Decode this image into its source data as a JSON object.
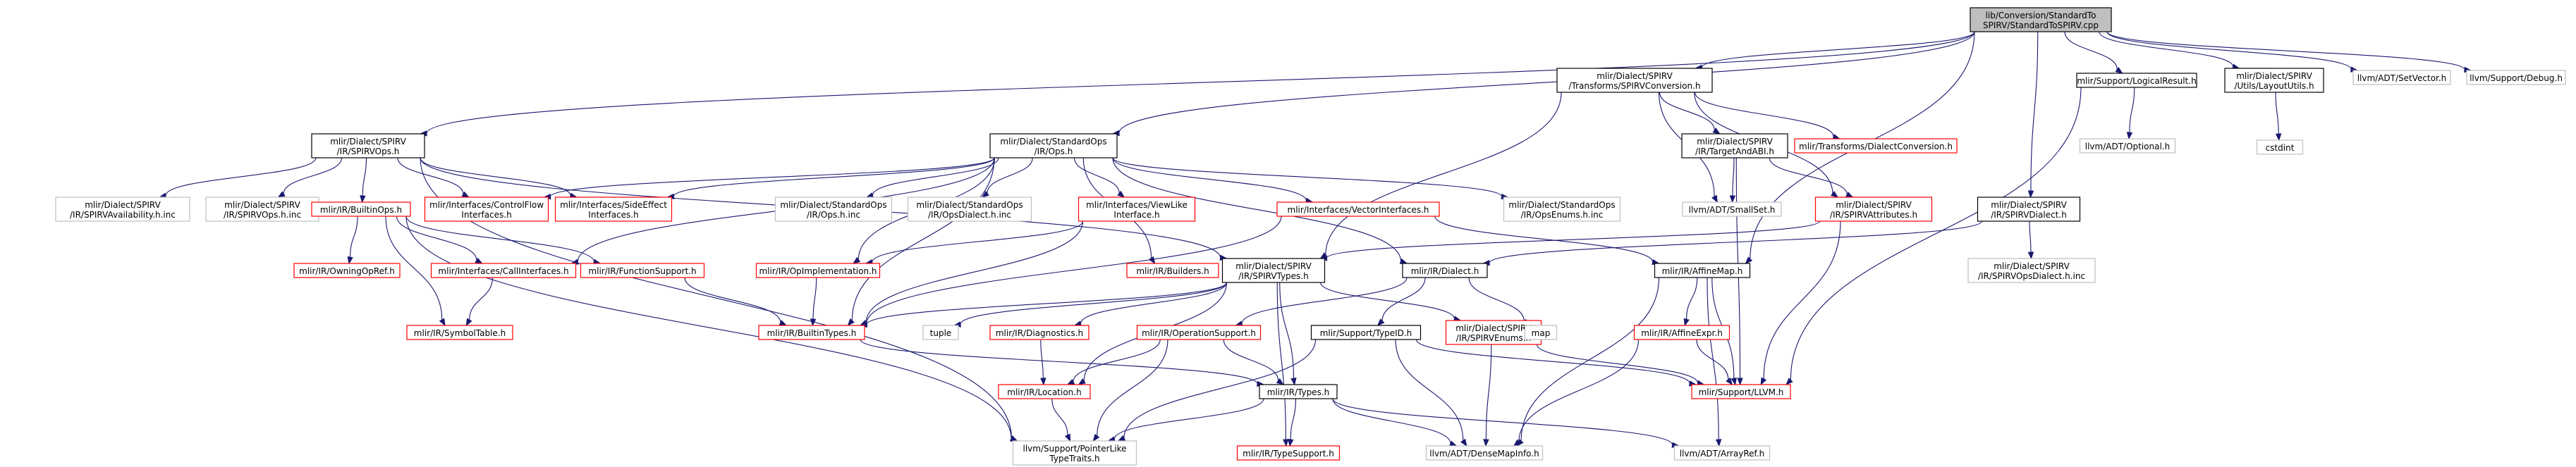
{
  "colors": {
    "root_fill": "#bfbfbf",
    "root_border": "#000000",
    "documented_border": "#000000",
    "missing_border": "#ff0000",
    "external_border": "#bfbfbf",
    "external_text": "#7f7f7f",
    "edge": "#191970"
  },
  "nodes": [
    {
      "id": "root",
      "lines": [
        "lib/Conversion/StandardTo",
        "SPIRV/StandardToSPIRV.cpp"
      ],
      "kind": "root"
    },
    {
      "id": "spirvops",
      "lines": [
        "mlir/Dialect/SPIRV",
        "/IR/SPIRVOps.h"
      ],
      "kind": "documented"
    },
    {
      "id": "stdops",
      "lines": [
        "mlir/Dialect/StandardOps",
        "/IR/Ops.h"
      ],
      "kind": "documented"
    },
    {
      "id": "spirvconv",
      "lines": [
        "mlir/Dialect/SPIRV",
        "/Transforms/SPIRVConversion.h"
      ],
      "kind": "documented"
    },
    {
      "id": "logicalresult",
      "lines": [
        "mlir/Support/LogicalResult.h"
      ],
      "kind": "documented"
    },
    {
      "id": "layoututils",
      "lines": [
        "mlir/Dialect/SPIRV",
        "/Utils/LayoutUtils.h"
      ],
      "kind": "documented"
    },
    {
      "id": "setvector",
      "lines": [
        "llvm/ADT/SetVector.h"
      ],
      "kind": "external"
    },
    {
      "id": "debug",
      "lines": [
        "llvm/Support/Debug.h"
      ],
      "kind": "external"
    },
    {
      "id": "availability",
      "lines": [
        "mlir/Dialect/SPIRV",
        "/IR/SPIRVAvailability.h.inc"
      ],
      "kind": "external"
    },
    {
      "id": "spirvopsinc",
      "lines": [
        "mlir/Dialect/SPIRV",
        "/IR/SPIRVOps.h.inc"
      ],
      "kind": "external"
    },
    {
      "id": "builtinops",
      "lines": [
        "mlir/IR/BuiltinOps.h"
      ],
      "kind": "missing"
    },
    {
      "id": "controlflow",
      "lines": [
        "mlir/Interfaces/ControlFlow",
        "Interfaces.h"
      ],
      "kind": "missing"
    },
    {
      "id": "sideeffect",
      "lines": [
        "mlir/Interfaces/SideEffect",
        "Interfaces.h"
      ],
      "kind": "missing"
    },
    {
      "id": "opsinc",
      "lines": [
        "mlir/Dialect/StandardOps",
        "/IR/Ops.h.inc"
      ],
      "kind": "external"
    },
    {
      "id": "opsdialectinc",
      "lines": [
        "mlir/Dialect/StandardOps",
        "/IR/OpsDialect.h.inc"
      ],
      "kind": "external"
    },
    {
      "id": "viewlike",
      "lines": [
        "mlir/Interfaces/ViewLike",
        "Interface.h"
      ],
      "kind": "missing"
    },
    {
      "id": "vectorinterfaces",
      "lines": [
        "mlir/Interfaces/VectorInterfaces.h"
      ],
      "kind": "missing"
    },
    {
      "id": "opsenumsinc",
      "lines": [
        "mlir/Dialect/StandardOps",
        "/IR/OpsEnums.h.inc"
      ],
      "kind": "external"
    },
    {
      "id": "targetandabi",
      "lines": [
        "mlir/Dialect/SPIRV",
        "/IR/TargetAndABI.h"
      ],
      "kind": "documented"
    },
    {
      "id": "dialectconversion",
      "lines": [
        "mlir/Transforms/DialectConversion.h"
      ],
      "kind": "missing"
    },
    {
      "id": "optional",
      "lines": [
        "llvm/ADT/Optional.h"
      ],
      "kind": "external"
    },
    {
      "id": "cstdint",
      "lines": [
        "cstdint"
      ],
      "kind": "external"
    },
    {
      "id": "smallset",
      "lines": [
        "llvm/ADT/SmallSet.h"
      ],
      "kind": "external"
    },
    {
      "id": "spirvattributes",
      "lines": [
        "mlir/Dialect/SPIRV",
        "/IR/SPIRVAttributes.h"
      ],
      "kind": "missing"
    },
    {
      "id": "spirvdialect",
      "lines": [
        "mlir/Dialect/SPIRV",
        "/IR/SPIRVDialect.h"
      ],
      "kind": "documented"
    },
    {
      "id": "owningopref",
      "lines": [
        "mlir/IR/OwningOpRef.h"
      ],
      "kind": "missing"
    },
    {
      "id": "callinterfaces",
      "lines": [
        "mlir/Interfaces/CallInterfaces.h"
      ],
      "kind": "missing"
    },
    {
      "id": "functionsupport",
      "lines": [
        "mlir/IR/FunctionSupport.h"
      ],
      "kind": "missing"
    },
    {
      "id": "opimplementation",
      "lines": [
        "mlir/IR/OpImplementation.h"
      ],
      "kind": "missing"
    },
    {
      "id": "builders",
      "lines": [
        "mlir/IR/Builders.h"
      ],
      "kind": "missing"
    },
    {
      "id": "spirvtypes",
      "lines": [
        "mlir/Dialect/SPIRV",
        "/IR/SPIRVTypes.h"
      ],
      "kind": "documented"
    },
    {
      "id": "irdialect",
      "lines": [
        "mlir/IR/Dialect.h"
      ],
      "kind": "documented"
    },
    {
      "id": "affinemap",
      "lines": [
        "mlir/IR/AffineMap.h"
      ],
      "kind": "documented"
    },
    {
      "id": "opsdialecth",
      "lines": [
        "mlir/Dialect/SPIRV",
        "/IR/SPIRVOpsDialect.h.inc"
      ],
      "kind": "external"
    },
    {
      "id": "symboltable",
      "lines": [
        "mlir/IR/SymbolTable.h"
      ],
      "kind": "missing"
    },
    {
      "id": "builtintypes",
      "lines": [
        "mlir/IR/BuiltinTypes.h"
      ],
      "kind": "missing"
    },
    {
      "id": "tuple",
      "lines": [
        "tuple"
      ],
      "kind": "external"
    },
    {
      "id": "diagnostics",
      "lines": [
        "mlir/IR/Diagnostics.h"
      ],
      "kind": "missing"
    },
    {
      "id": "operationsupport",
      "lines": [
        "mlir/IR/OperationSupport.h"
      ],
      "kind": "missing"
    },
    {
      "id": "typeid",
      "lines": [
        "mlir/Support/TypeID.h"
      ],
      "kind": "documented"
    },
    {
      "id": "spirvenums",
      "lines": [
        "mlir/Dialect/SPIRV",
        "/IR/SPIRVEnums.h"
      ],
      "kind": "missing"
    },
    {
      "id": "map",
      "lines": [
        "map"
      ],
      "kind": "external"
    },
    {
      "id": "affineexpr",
      "lines": [
        "mlir/IR/AffineExpr.h"
      ],
      "kind": "missing"
    },
    {
      "id": "location",
      "lines": [
        "mlir/IR/Location.h"
      ],
      "kind": "missing"
    },
    {
      "id": "irtypes",
      "lines": [
        "mlir/IR/Types.h"
      ],
      "kind": "documented"
    },
    {
      "id": "supportllvm",
      "lines": [
        "mlir/Support/LLVM.h"
      ],
      "kind": "missing"
    },
    {
      "id": "pointerlike",
      "lines": [
        "llvm/Support/PointerLike",
        "TypeTraits.h"
      ],
      "kind": "external"
    },
    {
      "id": "typesupport",
      "lines": [
        "mlir/IR/TypeSupport.h"
      ],
      "kind": "missing"
    },
    {
      "id": "densemapinfo",
      "lines": [
        "llvm/ADT/DenseMapInfo.h"
      ],
      "kind": "external"
    },
    {
      "id": "arrayref",
      "lines": [
        "llvm/ADT/ArrayRef.h"
      ],
      "kind": "external"
    }
  ],
  "edges": [
    [
      "root",
      "spirvops"
    ],
    [
      "root",
      "stdops"
    ],
    [
      "root",
      "spirvconv"
    ],
    [
      "root",
      "logicalresult"
    ],
    [
      "root",
      "layoututils"
    ],
    [
      "root",
      "setvector"
    ],
    [
      "root",
      "debug"
    ],
    [
      "root",
      "spirvdialect"
    ],
    [
      "root",
      "affinemap"
    ],
    [
      "spirvops",
      "availability"
    ],
    [
      "spirvops",
      "spirvopsinc"
    ],
    [
      "spirvops",
      "builtinops"
    ],
    [
      "spirvops",
      "controlflow"
    ],
    [
      "spirvops",
      "sideeffect"
    ],
    [
      "spirvops",
      "spirvtypes"
    ],
    [
      "spirvops",
      "pointerlike"
    ],
    [
      "stdops",
      "controlflow"
    ],
    [
      "stdops",
      "sideeffect"
    ],
    [
      "stdops",
      "opsinc"
    ],
    [
      "stdops",
      "opsdialectinc"
    ],
    [
      "stdops",
      "viewlike"
    ],
    [
      "stdops",
      "vectorinterfaces"
    ],
    [
      "stdops",
      "opsenumsinc"
    ],
    [
      "stdops",
      "irdialect"
    ],
    [
      "stdops",
      "builders"
    ],
    [
      "stdops",
      "opimplementation"
    ],
    [
      "stdops",
      "builtintypes"
    ],
    [
      "stdops",
      "callinterfaces"
    ],
    [
      "spirvconv",
      "targetandabi"
    ],
    [
      "spirvconv",
      "dialectconversion"
    ],
    [
      "spirvconv",
      "spirvattributes"
    ],
    [
      "spirvconv",
      "smallset"
    ],
    [
      "spirvconv",
      "spirvtypes"
    ],
    [
      "logicalresult",
      "optional"
    ],
    [
      "logicalresult",
      "supportllvm"
    ],
    [
      "layoututils",
      "cstdint"
    ],
    [
      "builtinops",
      "owningopref"
    ],
    [
      "builtinops",
      "callinterfaces"
    ],
    [
      "builtinops",
      "functionsupport"
    ],
    [
      "builtinops",
      "symboltable"
    ],
    [
      "builtinops",
      "pointerlike"
    ],
    [
      "callinterfaces",
      "symboltable"
    ],
    [
      "functionsupport",
      "builtintypes"
    ],
    [
      "opimplementation",
      "builtintypes"
    ],
    [
      "viewlike",
      "opimplementation"
    ],
    [
      "viewlike",
      "builtintypes"
    ],
    [
      "vectorinterfaces",
      "affinemap"
    ],
    [
      "vectorinterfaces",
      "builtintypes"
    ],
    [
      "targetandabi",
      "smallset"
    ],
    [
      "targetandabi",
      "spirvattributes"
    ],
    [
      "targetandabi",
      "supportllvm"
    ],
    [
      "spirvattributes",
      "spirvtypes"
    ],
    [
      "spirvattributes",
      "supportllvm"
    ],
    [
      "spirvdialect",
      "irdialect"
    ],
    [
      "spirvdialect",
      "opsdialecth"
    ],
    [
      "spirvtypes",
      "builtintypes"
    ],
    [
      "spirvtypes",
      "tuple"
    ],
    [
      "spirvtypes",
      "diagnostics"
    ],
    [
      "spirvtypes",
      "location"
    ],
    [
      "spirvtypes",
      "spirvenums"
    ],
    [
      "spirvtypes",
      "irtypes"
    ],
    [
      "spirvtypes",
      "typesupport"
    ],
    [
      "irdialect",
      "operationsupport"
    ],
    [
      "irdialect",
      "typeid"
    ],
    [
      "irdialect",
      "map"
    ],
    [
      "affinemap",
      "affineexpr"
    ],
    [
      "affinemap",
      "supportllvm"
    ],
    [
      "affinemap",
      "densemapinfo"
    ],
    [
      "affinemap",
      "arrayref"
    ],
    [
      "builtintypes",
      "irtypes"
    ],
    [
      "diagnostics",
      "location"
    ],
    [
      "operationsupport",
      "location"
    ],
    [
      "operationsupport",
      "irtypes"
    ],
    [
      "operationsupport",
      "pointerlike"
    ],
    [
      "typeid",
      "supportllvm"
    ],
    [
      "typeid",
      "pointerlike"
    ],
    [
      "typeid",
      "densemapinfo"
    ],
    [
      "spirvenums",
      "supportllvm"
    ],
    [
      "spirvenums",
      "densemapinfo"
    ],
    [
      "affineexpr",
      "supportllvm"
    ],
    [
      "affineexpr",
      "densemapinfo"
    ],
    [
      "location",
      "pointerlike"
    ],
    [
      "irtypes",
      "pointerlike"
    ],
    [
      "irtypes",
      "typesupport"
    ],
    [
      "irtypes",
      "densemapinfo"
    ],
    [
      "irtypes",
      "arrayref"
    ]
  ]
}
